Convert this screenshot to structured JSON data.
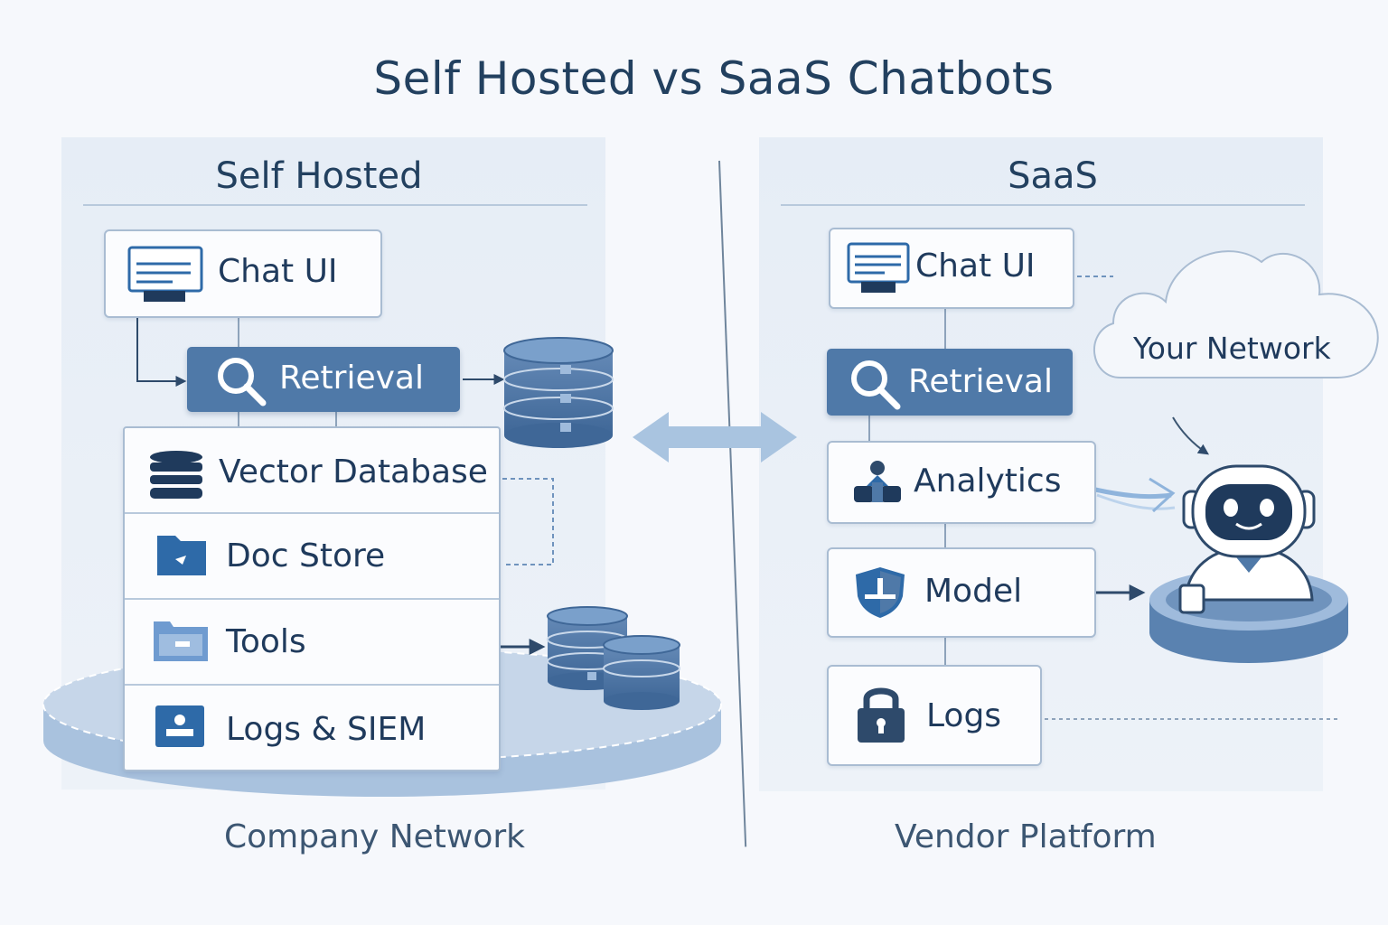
{
  "title": "Self Hosted vs SaaS Chatbots",
  "self_hosted": {
    "heading": "Self Hosted",
    "chat_ui": "Chat UI",
    "retrieval": "Retrieval",
    "components": [
      "Vector Database",
      "Doc Store",
      "Tools",
      "Logs & SIEM"
    ],
    "caption": "Company Network"
  },
  "saas": {
    "heading": "SaaS",
    "chat_ui": "Chat UI",
    "retrieval": "Retrieval",
    "analytics": "Analytics",
    "model": "Model",
    "logs": "Logs",
    "cloud": "Your Network",
    "caption": "Vendor Platform"
  },
  "colors": {
    "accent": "#4f79a8",
    "dark": "#1f3a5c",
    "panel": "#e6edf6",
    "border": "#a9bcd2"
  }
}
